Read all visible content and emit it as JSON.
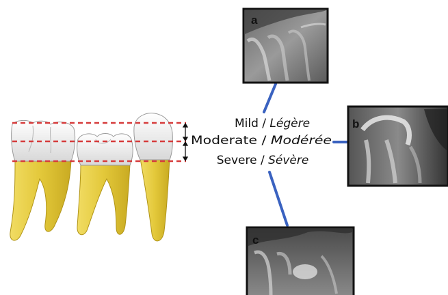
{
  "colors": {
    "enamel": "#eeeeee",
    "root": "#e3c83a",
    "guide_lines": "#d63b3b",
    "connector": "#3a62c0",
    "xray_frame": "#111111"
  },
  "severity_levels": [
    {
      "label": "Mild",
      "separator": " / ",
      "label_fr": "Légère"
    },
    {
      "label": "Moderate",
      "separator": " / ",
      "label_fr": "Modérée"
    },
    {
      "label": "Severe",
      "separator": " / ",
      "label_fr": "Sévère"
    }
  ],
  "panels": [
    {
      "letter": "a",
      "caption": "radiograph-mild"
    },
    {
      "letter": "b",
      "caption": "radiograph-moderate"
    },
    {
      "letter": "c",
      "caption": "radiograph-severe"
    }
  ],
  "icons": {
    "double_arrow": "double-headed-arrow-icon"
  }
}
